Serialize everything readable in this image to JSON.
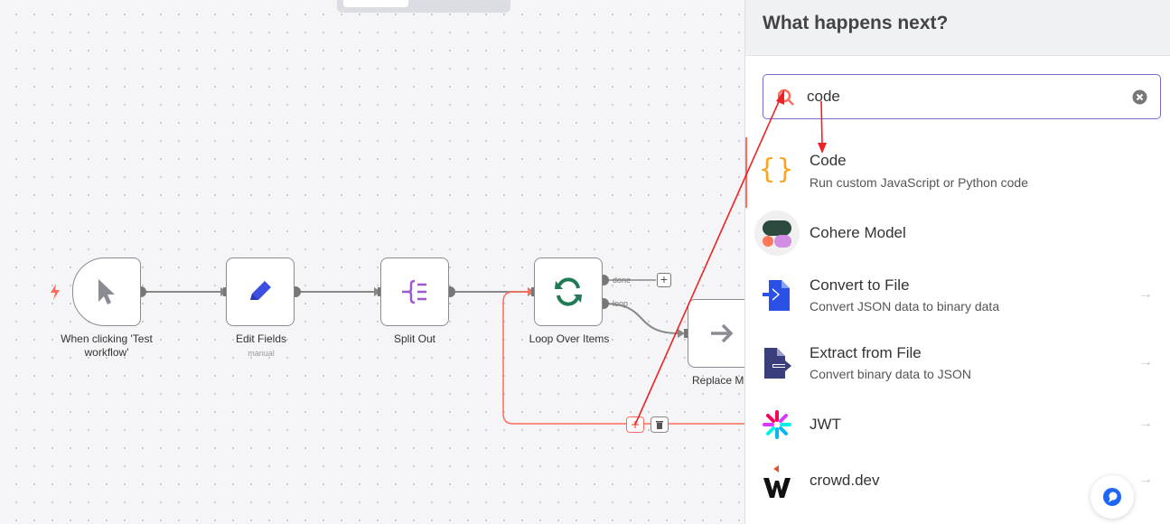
{
  "canvas": {
    "nodes": [
      {
        "id": "trigger",
        "label": "When clicking 'Test workflow'",
        "icon": "cursor-icon"
      },
      {
        "id": "edit",
        "label": "Edit Fields",
        "sublabel": "manual",
        "icon": "pencil-icon"
      },
      {
        "id": "split",
        "label": "Split Out",
        "icon": "split-icon"
      },
      {
        "id": "loop",
        "label": "Loop Over Items",
        "icon": "refresh-icon"
      },
      {
        "id": "replace",
        "label": "Replace M",
        "icon": "arrow-right-icon"
      }
    ],
    "handles": {
      "done": "done",
      "loop": "loop"
    },
    "plus": "+",
    "colors": {
      "edge": "#888888",
      "active_edge": "#ff6d5a",
      "annotation": "#ee2222"
    }
  },
  "panel": {
    "title": "What happens next?",
    "search": {
      "value": "code",
      "placeholder": ""
    },
    "results": [
      {
        "title": "Code",
        "desc": "Run custom JavaScript or Python code",
        "icon": "code-braces-icon",
        "arrow": ""
      },
      {
        "title": "Cohere Model",
        "desc": "",
        "icon": "cohere-logo-icon",
        "arrow": ""
      },
      {
        "title": "Convert to File",
        "desc": "Convert JSON data to binary data",
        "icon": "convert-file-icon",
        "arrow": "→"
      },
      {
        "title": "Extract from File",
        "desc": "Convert binary data to JSON",
        "icon": "extract-file-icon",
        "arrow": "→"
      },
      {
        "title": "JWT",
        "desc": "",
        "icon": "jwt-logo-icon",
        "arrow": "→"
      },
      {
        "title": "crowd.dev",
        "desc": "",
        "icon": "crowddev-logo-icon",
        "arrow": "→"
      }
    ]
  }
}
